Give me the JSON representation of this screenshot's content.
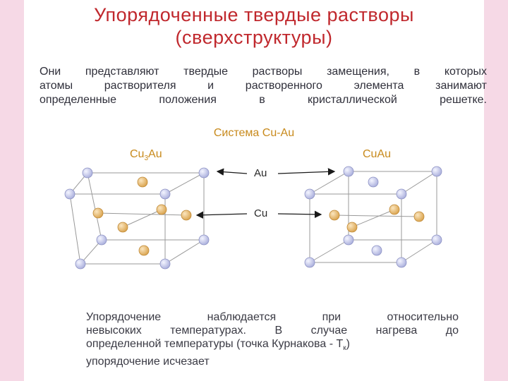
{
  "title": {
    "line1": "Упорядоченные твердые растворы",
    "line2": "(сверхструктуры)"
  },
  "intro": {
    "line1": "Они представляют твердые растворы замещения, в которых",
    "line2": "атомы растворителя и растворенного элемента занимают",
    "line3": "определенные положения в кристаллической решетке."
  },
  "diagram": {
    "system_title": "Система Cu-Au",
    "left_label_main": "Cu",
    "left_label_sub": "3",
    "left_label_tail": "Au",
    "right_label": "CuAu",
    "legend_au": "Au",
    "legend_cu": "Cu",
    "colors": {
      "au": "#b9bde6",
      "cu": "#e2b56a",
      "edge": "#8e8e8e"
    }
  },
  "outro": {
    "line1": "Упорядочение наблюдается при относительно",
    "line2": "невысоких температурах. В случае нагрева до",
    "line3_main": "определенной температуры (точка Курнакова - Т",
    "line3_sub": "к",
    "line3_tail": ")",
    "line4": "упорядочение исчезает"
  }
}
